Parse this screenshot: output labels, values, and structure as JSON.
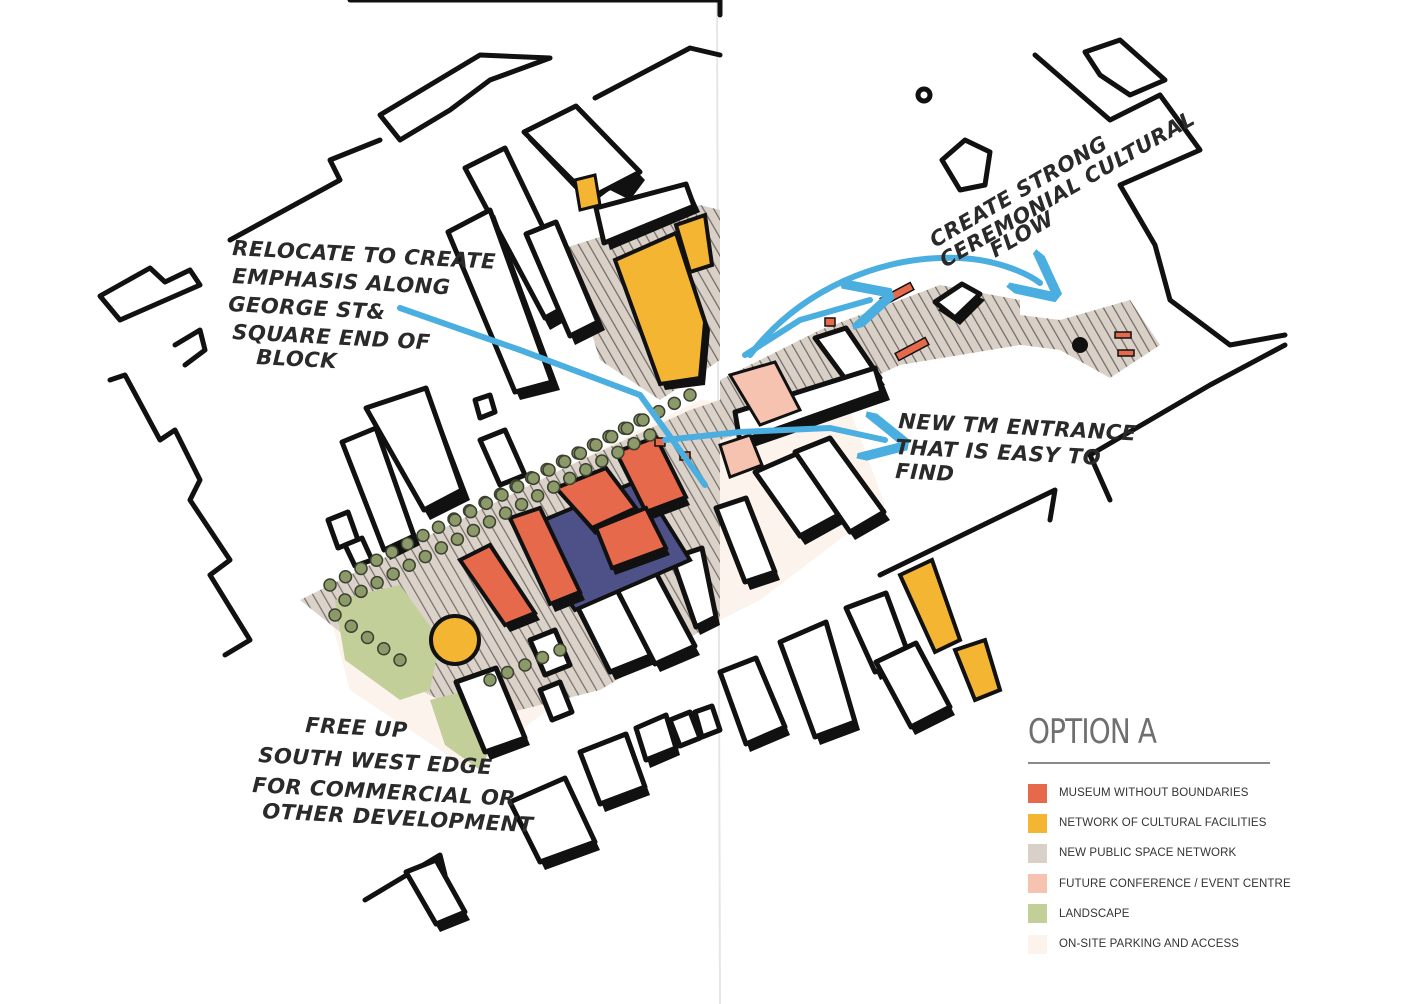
{
  "annotations": {
    "relocate": [
      "RELOCATE TO CREATE",
      "EMPHASIS ALONG",
      "GEORGE ST&",
      "SQUARE END OF",
      "BLOCK"
    ],
    "cultural_flow": [
      "CREATE STRONG",
      "CEREMONIAL CULTURAL",
      "FLOW"
    ],
    "tm_entrance": [
      "NEW TM ENTRANCE",
      "THAT IS EASY TO",
      "FIND"
    ],
    "free_up": [
      "FREE UP",
      "SOUTH WEST EDGE",
      "FOR COMMERCIAL OR",
      "OTHER DEVELOPMENT"
    ]
  },
  "legend": {
    "title": "OPTION A",
    "items": [
      {
        "label": "MUSEUM WITHOUT BOUNDARIES",
        "color": "#e5694a"
      },
      {
        "label": "NETWORK OF CULTURAL FACILITIES",
        "color": "#f4b532"
      },
      {
        "label": "NEW PUBLIC SPACE NETWORK",
        "color": "#d9d0c7"
      },
      {
        "label": "FUTURE CONFERENCE / EVENT CENTRE",
        "color": "#f5c3b0"
      },
      {
        "label": "LANDSCAPE",
        "color": "#c3cf98"
      },
      {
        "label": "ON-SITE PARKING AND ACCESS",
        "color": "#fbf3ec"
      }
    ]
  },
  "colors": {
    "museum": "#e5694a",
    "cultural": "#f4b532",
    "public_space": "#d9d0c7",
    "conference": "#f5c3b0",
    "landscape": "#c3cf98",
    "parking": "#fbf3ec",
    "museum_core": "#4e5187",
    "arrow": "#4aaee0",
    "ink": "#111111"
  }
}
